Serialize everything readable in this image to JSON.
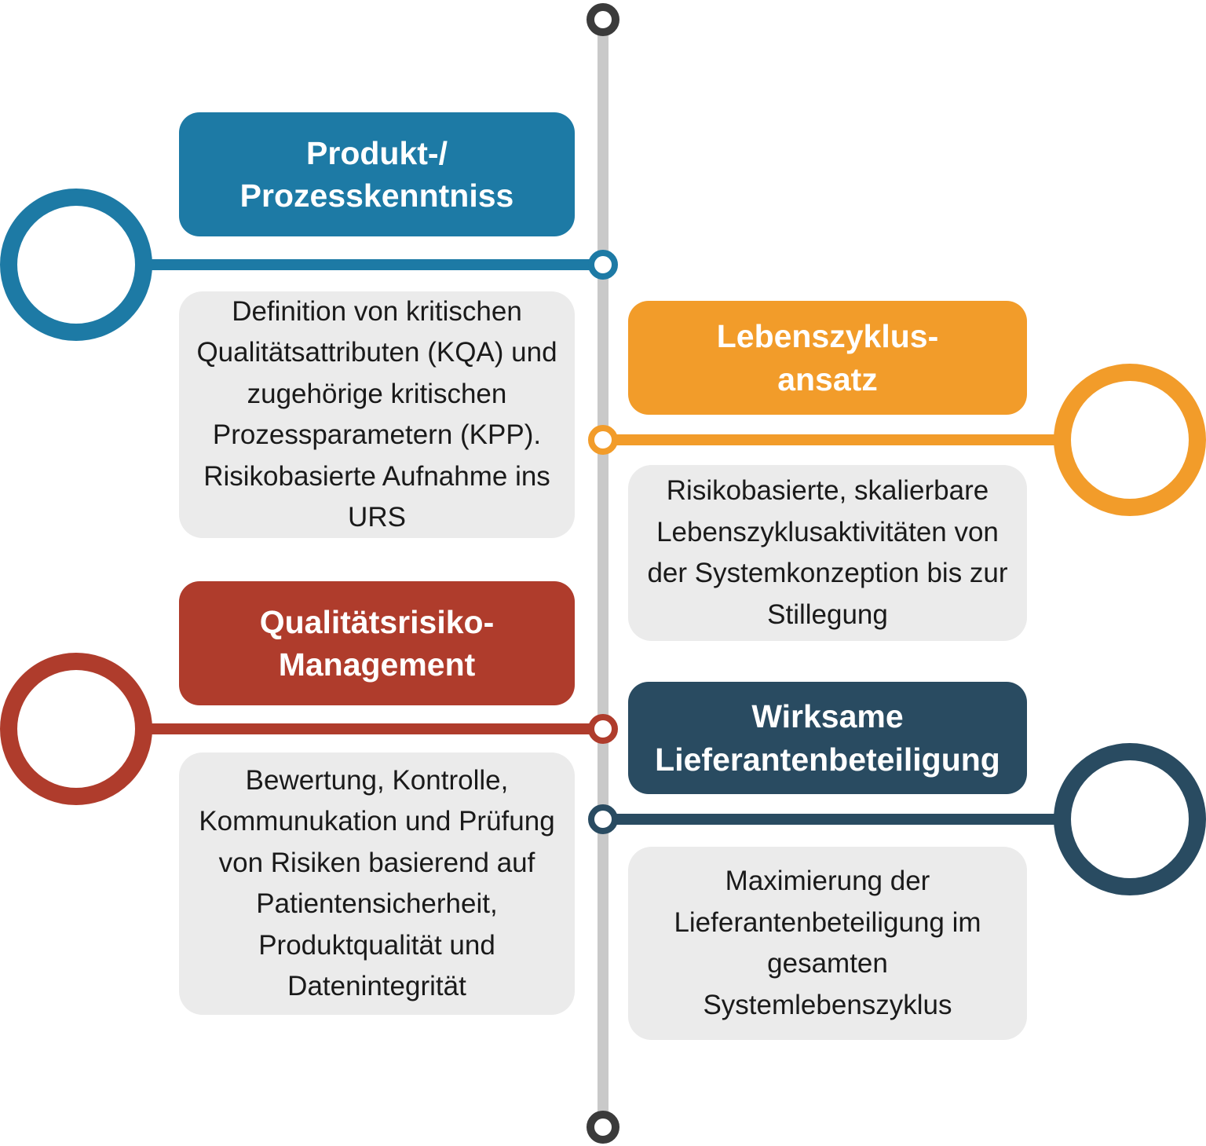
{
  "diagram": {
    "timeline": {
      "axis_color": "#c9c9c9",
      "end_node_color": "#3b3b3b"
    },
    "description_bg": "#ebebeb",
    "sections": [
      {
        "name": "produkt-prozesskenntniss",
        "color": "#1d7aa5",
        "side": "left",
        "title_lines": [
          "Produkt-/",
          "Prozesskenntniss"
        ],
        "description_lines": [
          "Definition von kritischen",
          "Qualitätsattributen (KQA) und",
          "zugehörige kritischen",
          "Prozessparametern (KPP).",
          "Risikobasierte Aufnahme ins",
          "URS"
        ]
      },
      {
        "name": "lebenszyklusansatz",
        "color": "#f29c2a",
        "side": "right",
        "title_lines": [
          "Lebenszyklus-",
          "ansatz"
        ],
        "description_lines": [
          "Risikobasierte, skalierbare",
          "Lebenszyklusaktivitäten von",
          "der Systemkonzeption bis zur",
          "Stillegung"
        ]
      },
      {
        "name": "qualitaetsrisiko-management",
        "color": "#af3c2c",
        "side": "left",
        "title_lines": [
          "Qualitätsrisiko-",
          "Management"
        ],
        "description_lines": [
          "Bewertung, Kontrolle,",
          "Kommunukation und Prüfung",
          "von Risiken basierend auf",
          "Patientensicherheit,",
          "Produktqualität und",
          "Datenintegrität"
        ]
      },
      {
        "name": "wirksame-lieferantenbeteiligung",
        "color": "#294b61",
        "side": "right",
        "title_lines": [
          "Wirksame",
          "Lieferantenbeteiligung"
        ],
        "description_lines": [
          "Maximierung der",
          "Lieferantenbeteiligung im",
          "gesamten",
          "Systemlebenszyklus"
        ]
      }
    ]
  }
}
